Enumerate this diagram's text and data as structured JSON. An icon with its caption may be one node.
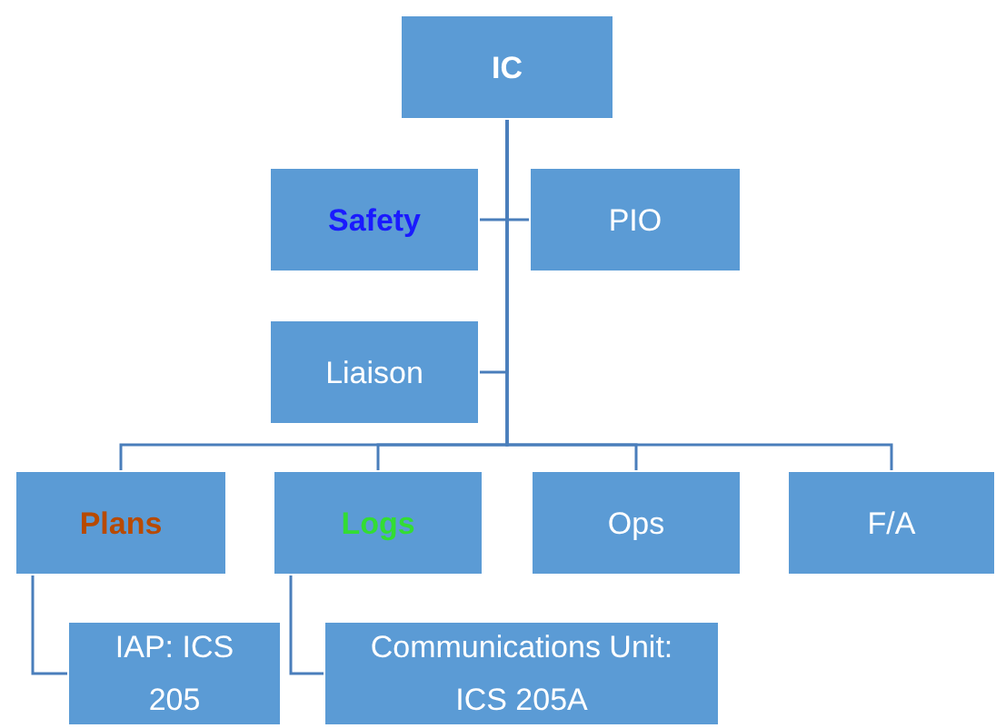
{
  "diagram": {
    "nodes": [
      {
        "text": [
          "IC"
        ]
      },
      {
        "text": [
          "Safety"
        ]
      },
      {
        "text": [
          "PIO"
        ]
      },
      {
        "text": [
          "Liaison"
        ]
      },
      {
        "text": [
          "Plans"
        ]
      },
      {
        "text": [
          "Logs"
        ]
      },
      {
        "text": [
          "Ops"
        ]
      },
      {
        "text": [
          "F/A"
        ]
      },
      {
        "text": [
          "IAP: ICS 205"
        ]
      },
      {
        "text": [
          "Communications Unit: ICS 205A"
        ]
      }
    ],
    "edges": [
      {
        "from": 0,
        "to": 1,
        "arrow": "none"
      },
      {
        "from": 0,
        "to": 2,
        "arrow": "none"
      },
      {
        "from": 0,
        "to": 3,
        "arrow": "none"
      },
      {
        "from": 0,
        "to": 4,
        "arrow": "none"
      },
      {
        "from": 0,
        "to": 5,
        "arrow": "none"
      },
      {
        "from": 0,
        "to": 6,
        "arrow": "none"
      },
      {
        "from": 0,
        "to": 7,
        "arrow": "none"
      },
      {
        "from": 4,
        "to": 8,
        "arrow": "none"
      },
      {
        "from": 5,
        "to": 9,
        "arrow": "none"
      }
    ]
  }
}
